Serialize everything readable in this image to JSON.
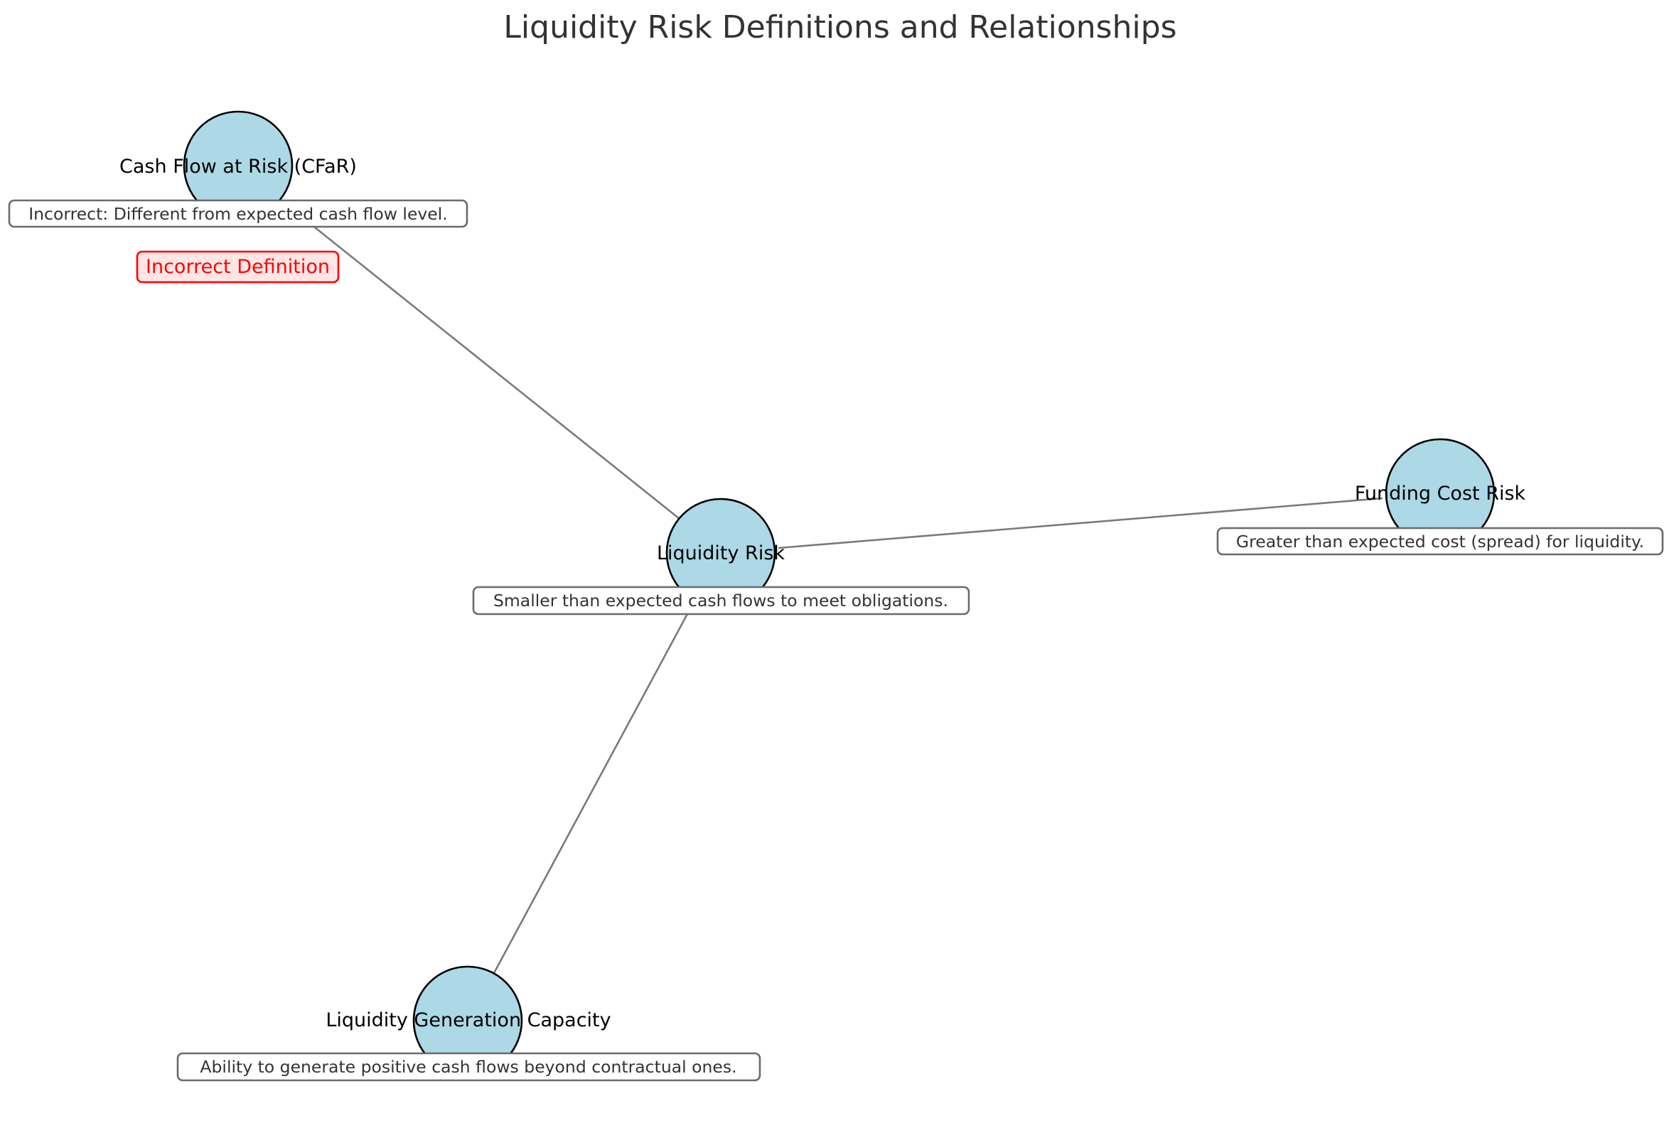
{
  "diagram": {
    "title": "Liquidity Risk Definitions and Relationships",
    "nodes": [
      {
        "id": "cfar",
        "label": "Cash Flow at Risk (CFaR)",
        "description": "Incorrect: Different from expected cash flow level.",
        "flag": "Incorrect Definition"
      },
      {
        "id": "liquidity-risk",
        "label": "Liquidity Risk",
        "description": "Smaller than expected cash flows to meet obligations."
      },
      {
        "id": "funding-cost-risk",
        "label": "Funding Cost Risk",
        "description": "Greater than expected cost (spread) for liquidity."
      },
      {
        "id": "liquidity-generation-capacity",
        "label": "Liquidity Generation Capacity",
        "description": "Ability to generate positive cash flows beyond contractual ones."
      }
    ],
    "edges": [
      {
        "from": "liquidity-risk",
        "to": "cfar"
      },
      {
        "from": "liquidity-risk",
        "to": "funding-cost-risk"
      },
      {
        "from": "liquidity-risk",
        "to": "liquidity-generation-capacity"
      }
    ],
    "colors": {
      "node_fill": "#add8e6",
      "node_stroke": "#000000",
      "edge": "#7a7a7a",
      "flag_text": "#ff0000",
      "flag_fill": "#ffe6e6"
    }
  }
}
